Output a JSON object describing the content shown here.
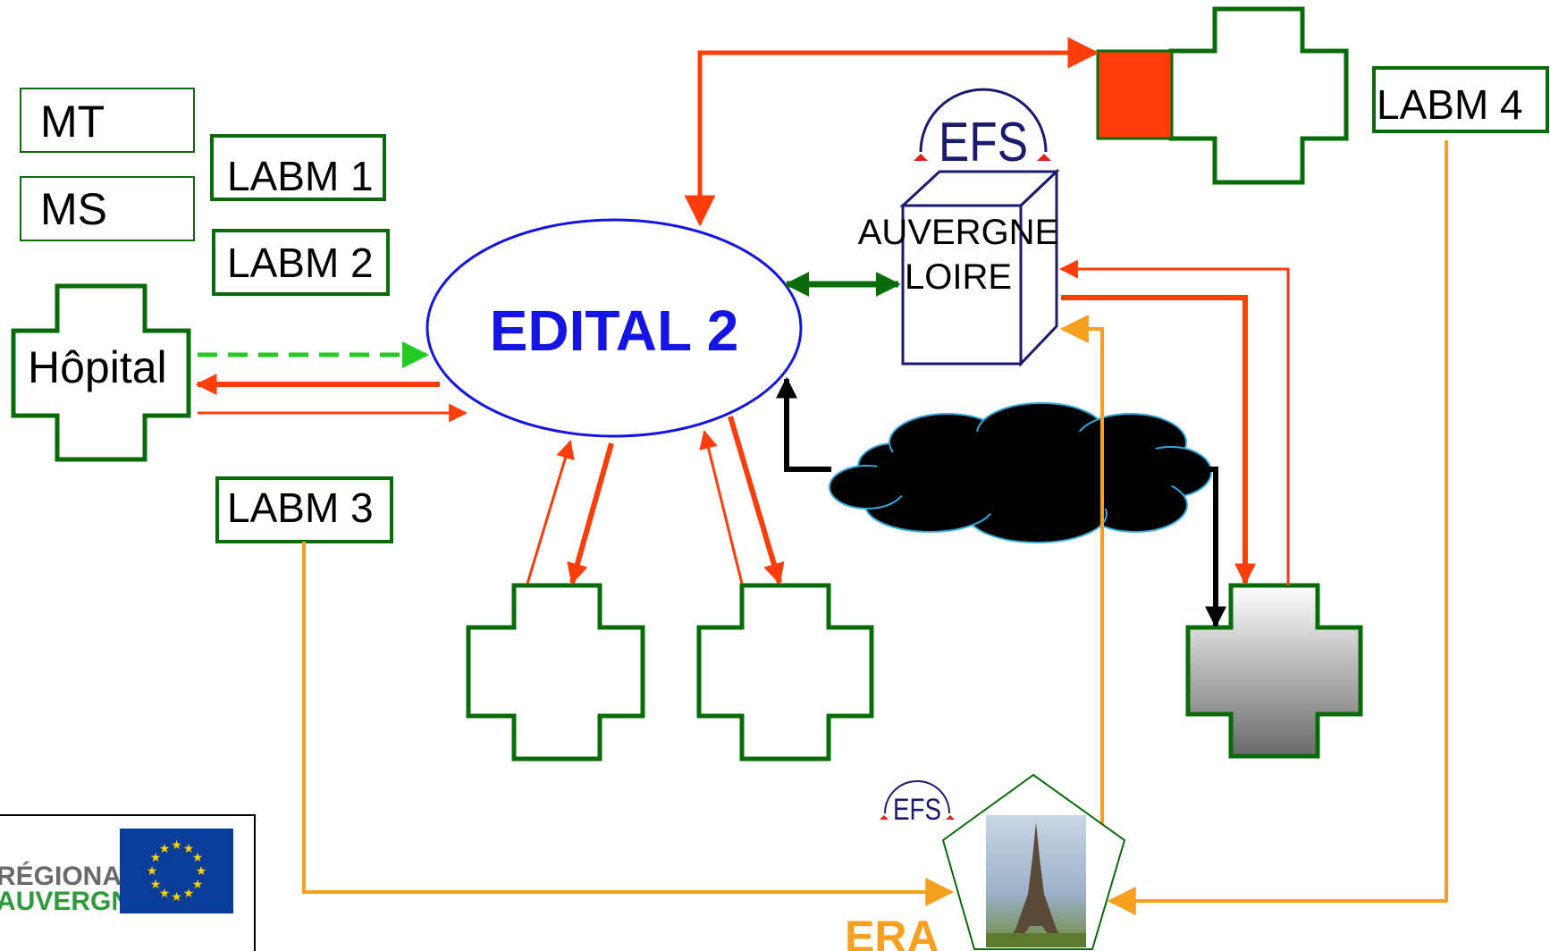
{
  "labels": {
    "mt": "MT",
    "ms": "MS",
    "labm1": "LABM 1",
    "labm2": "LABM 2",
    "labm3": "LABM 3",
    "labm4": "LABM 4",
    "hopital": "Hôpital",
    "edital": "EDITAL 2",
    "efs_logo": "EFS",
    "efs_small": "EFS",
    "auvergne": "AUVERGNE",
    "loire": "LOIRE",
    "era": "ERA",
    "logo_regional": "RÉGIONAL",
    "logo_auvergne": "AUVERGNE"
  },
  "colors": {
    "green": "#0a6b0a",
    "red": "#ff3d0a",
    "orange": "#f5a01e",
    "blue": "#1414e6",
    "navy": "#1a1a6e",
    "dashed_green": "#22cc22",
    "cloud": "#000000",
    "cloud_outline": "#33aadd",
    "eu_blue": "#0a3d9a",
    "eu_star": "#ffd200"
  }
}
